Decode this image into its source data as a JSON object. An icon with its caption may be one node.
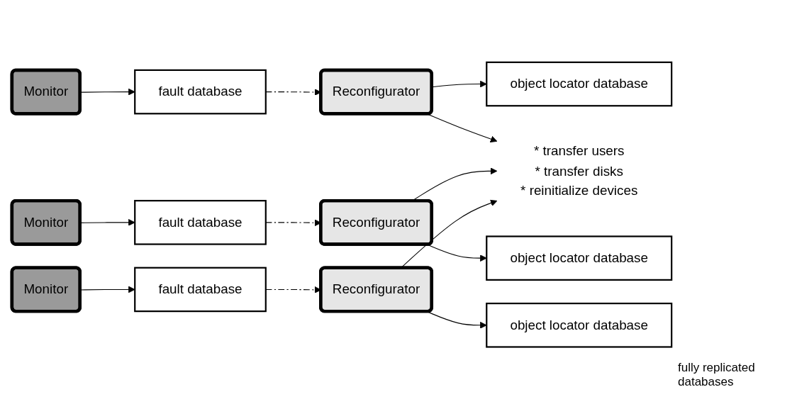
{
  "diagram": {
    "nodes": [
      {
        "text": [
          "Monitor"
        ]
      },
      {
        "text": [
          "Monitor"
        ]
      },
      {
        "text": [
          "Monitor"
        ]
      },
      {
        "text": [
          "Reconfigurator"
        ]
      },
      {
        "text": [
          "Reconfigurator"
        ]
      },
      {
        "text": [
          "Reconfigurator"
        ]
      },
      {
        "text": [
          "* transfer users",
          "* transfer disks",
          "* reinitialize devices"
        ]
      },
      {
        "text": [
          "fault database"
        ]
      },
      {
        "text": [
          "fault database"
        ]
      },
      {
        "text": [
          "fault database"
        ]
      },
      {
        "text": [
          "object locator database"
        ]
      },
      {
        "text": [
          "object locator database"
        ]
      },
      {
        "text": [
          "object locator database"
        ]
      }
    ],
    "edges": [
      {
        "from": 0,
        "to": 7,
        "arrow": "to"
      },
      {
        "from": 1,
        "to": 8,
        "arrow": "to"
      },
      {
        "from": 2,
        "to": 9,
        "arrow": "to"
      },
      {
        "from": 7,
        "to": 3,
        "arrow": "to",
        "style": "dashed"
      },
      {
        "from": 8,
        "to": 4,
        "arrow": "to",
        "style": "dashed"
      },
      {
        "from": 9,
        "to": 5,
        "arrow": "to",
        "style": "dashed"
      },
      {
        "from": 3,
        "to": 10,
        "arrow": "to"
      },
      {
        "from": 4,
        "to": 11,
        "arrow": "to"
      },
      {
        "from": 5,
        "to": 12,
        "arrow": "to"
      },
      {
        "from": 3,
        "to": 6,
        "arrow": "to"
      },
      {
        "from": 4,
        "to": 6,
        "arrow": "to"
      },
      {
        "from": 5,
        "to": 6,
        "arrow": "to"
      }
    ],
    "labels": [
      "fully replicated databases"
    ]
  }
}
